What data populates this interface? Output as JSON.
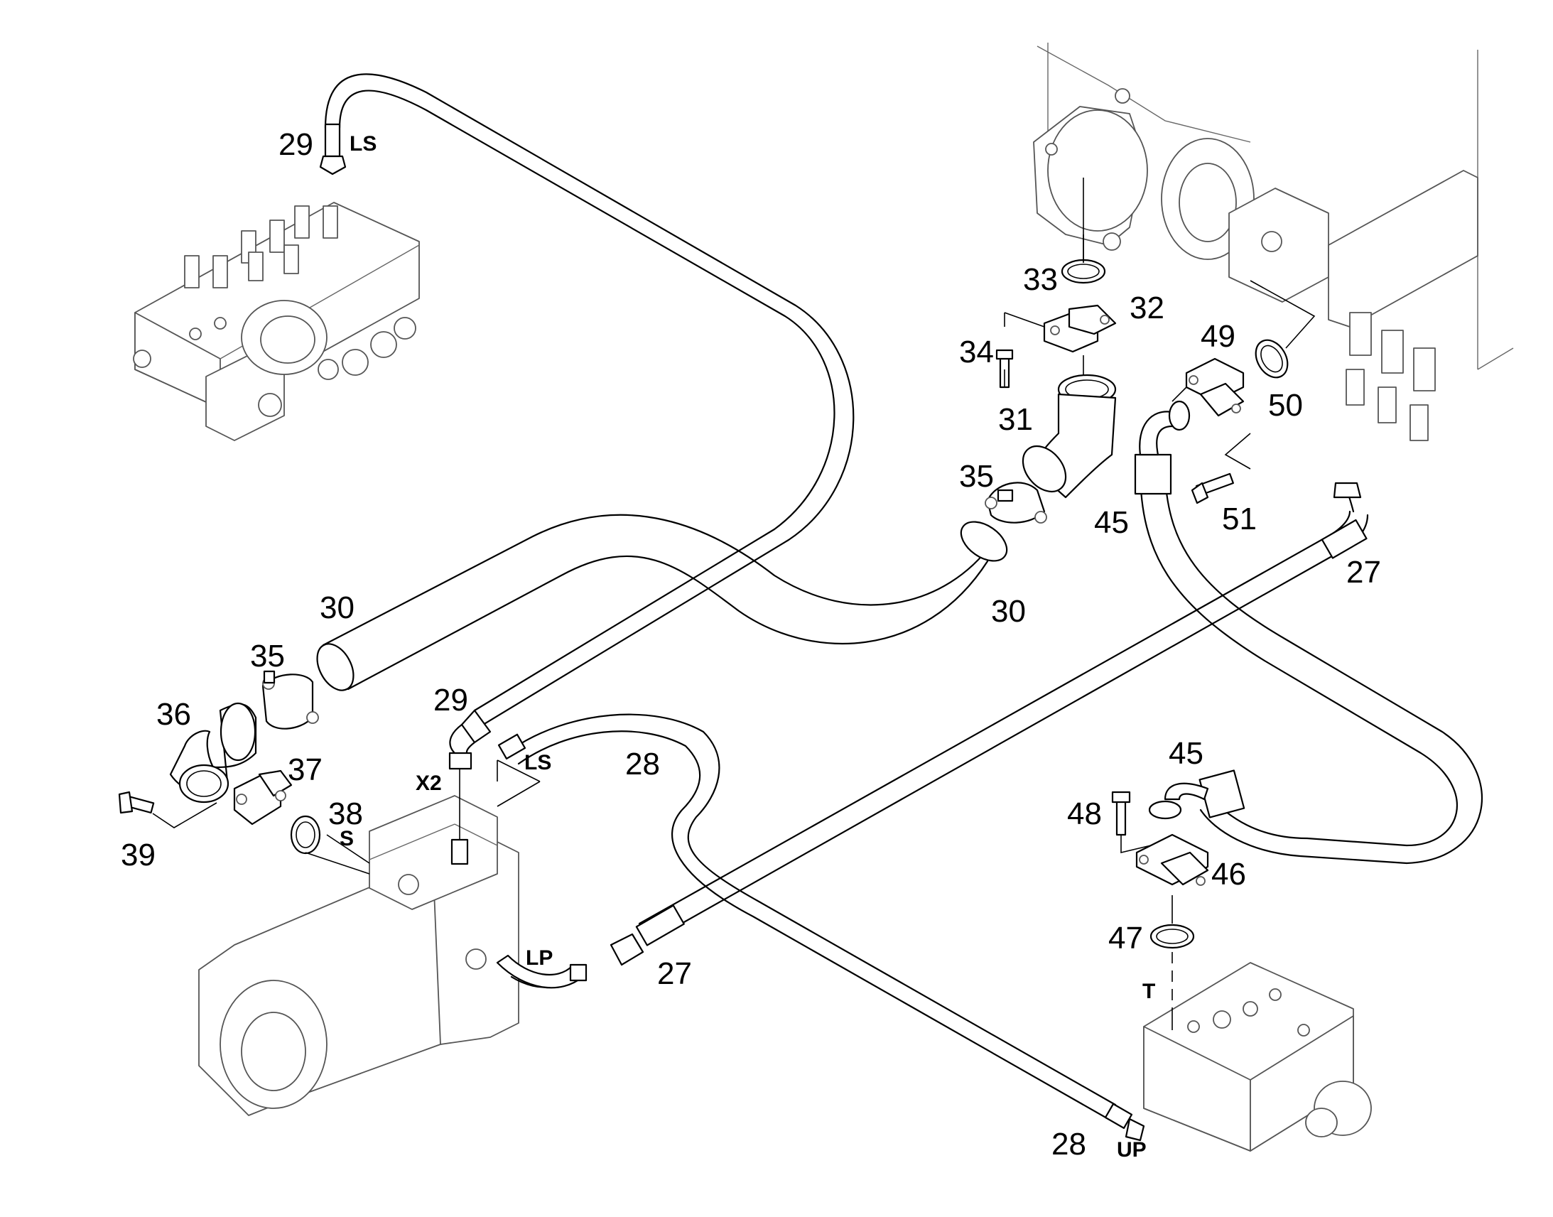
{
  "callouts": [
    {
      "id": "c29a",
      "text": "29"
    },
    {
      "id": "c29b",
      "text": "29"
    },
    {
      "id": "c30a",
      "text": "30"
    },
    {
      "id": "c30b",
      "text": "30"
    },
    {
      "id": "c31",
      "text": "31"
    },
    {
      "id": "c32",
      "text": "32"
    },
    {
      "id": "c33",
      "text": "33"
    },
    {
      "id": "c34",
      "text": "34"
    },
    {
      "id": "c35a",
      "text": "35"
    },
    {
      "id": "c35b",
      "text": "35"
    },
    {
      "id": "c36",
      "text": "36"
    },
    {
      "id": "c37",
      "text": "37"
    },
    {
      "id": "c38",
      "text": "38"
    },
    {
      "id": "c39",
      "text": "39"
    },
    {
      "id": "c27a",
      "text": "27"
    },
    {
      "id": "c27b",
      "text": "27"
    },
    {
      "id": "c28a",
      "text": "28"
    },
    {
      "id": "c28b",
      "text": "28"
    },
    {
      "id": "c45a",
      "text": "45"
    },
    {
      "id": "c45b",
      "text": "45"
    },
    {
      "id": "c46",
      "text": "46"
    },
    {
      "id": "c47",
      "text": "47"
    },
    {
      "id": "c48",
      "text": "48"
    },
    {
      "id": "c49",
      "text": "49"
    },
    {
      "id": "c50",
      "text": "50"
    },
    {
      "id": "c51",
      "text": "51"
    }
  ],
  "ports": [
    {
      "id": "ls_top",
      "text": "LS"
    },
    {
      "id": "ls_mid",
      "text": "LS"
    },
    {
      "id": "x2",
      "text": "X2"
    },
    {
      "id": "s",
      "text": "S"
    },
    {
      "id": "lp",
      "text": "LP"
    },
    {
      "id": "t",
      "text": "T"
    },
    {
      "id": "up",
      "text": "UP"
    }
  ]
}
